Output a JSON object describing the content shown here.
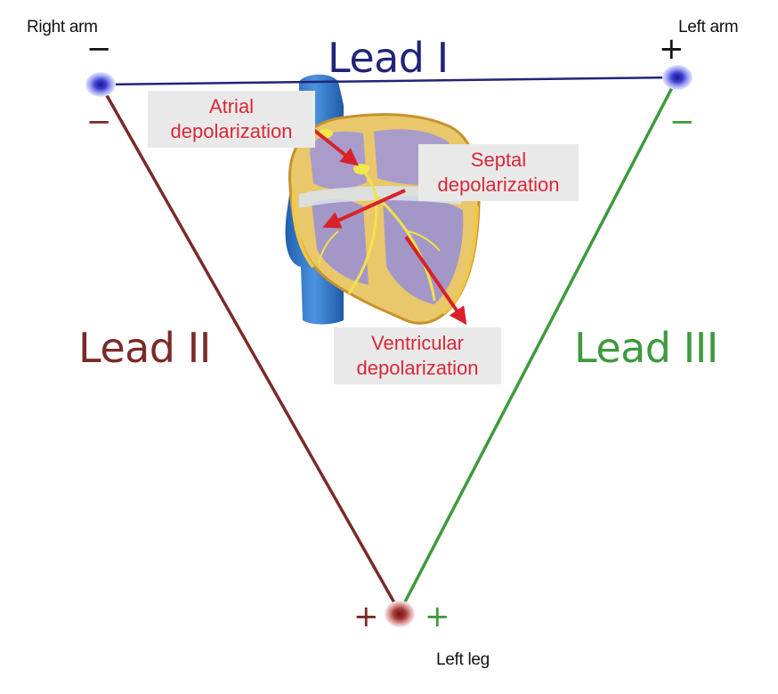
{
  "electrodes": {
    "right_arm": "Right arm",
    "left_arm": "Left arm",
    "left_leg": "Left leg"
  },
  "leads": {
    "lead_1": "Lead I",
    "lead_2": "Lead II",
    "lead_3": "Lead III"
  },
  "polarity": {
    "plus": "+",
    "minus": "−"
  },
  "callouts": {
    "atrial_line1": "Atrial",
    "atrial_line2": "depolarization",
    "septal_line1": "Septal",
    "septal_line2": "depolarization",
    "ventricular_line1": "Ventricular",
    "ventricular_line2": "depolarization"
  },
  "colors": {
    "lead_1": "#23237a",
    "lead_2": "#7a2a28",
    "lead_3": "#3d9a3d",
    "callout_text": "#d8283a",
    "callout_bg": "#e9e9e9",
    "arrow": "#d8222a"
  }
}
